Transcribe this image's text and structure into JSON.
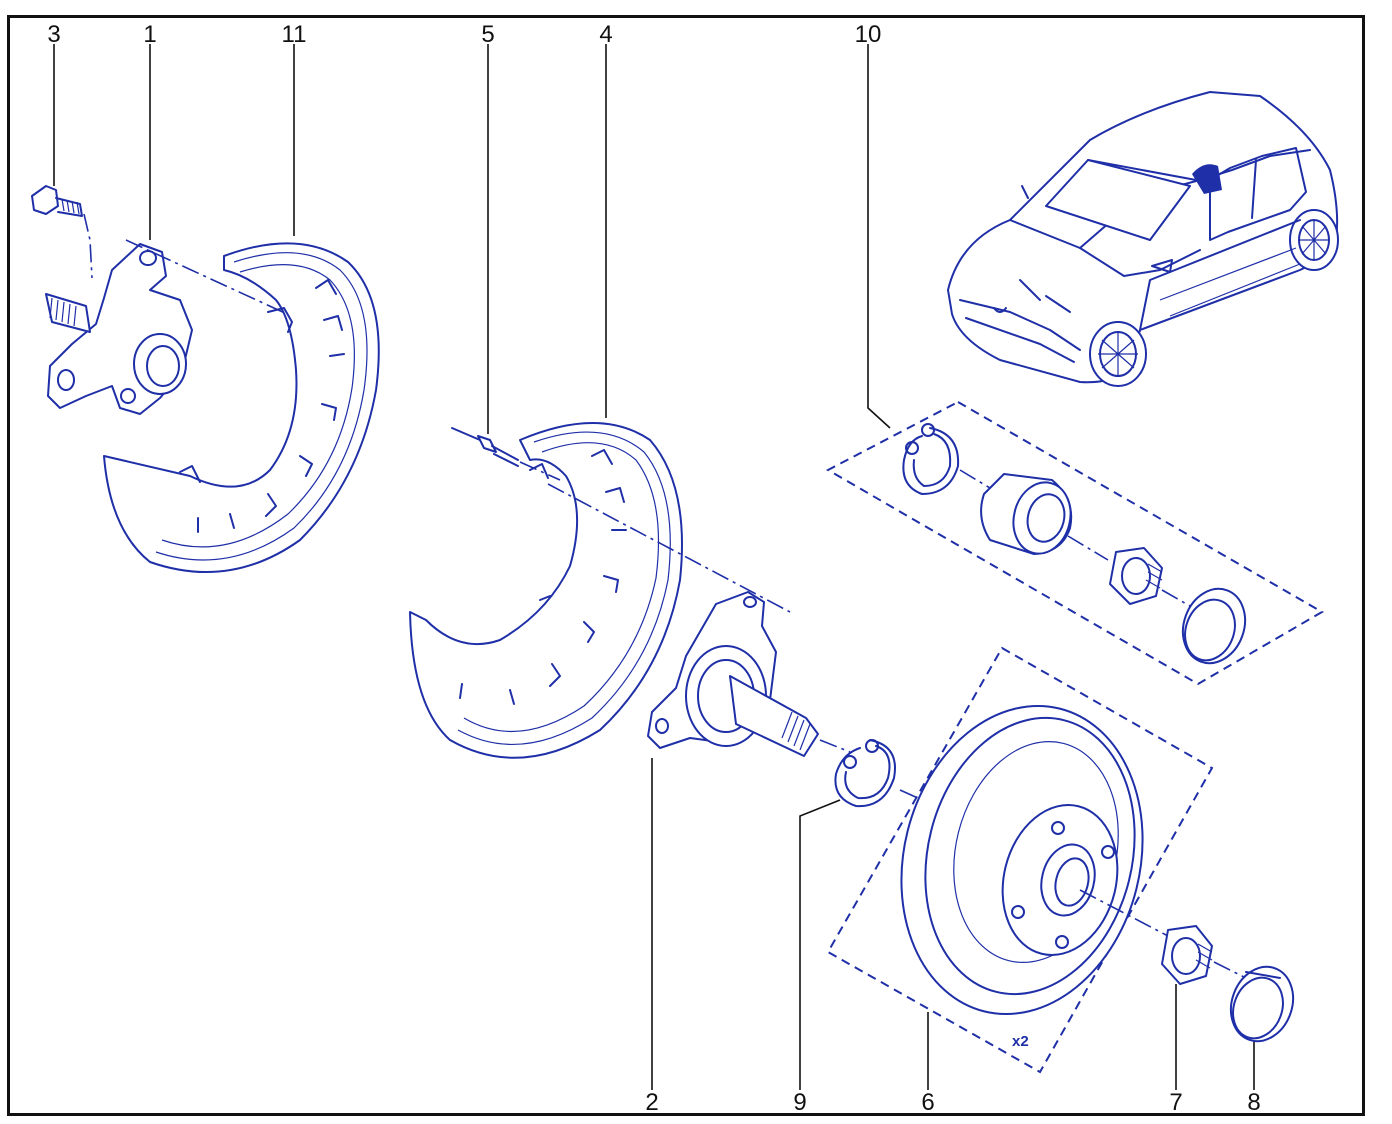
{
  "callouts": {
    "c1": "1",
    "c2": "2",
    "c3": "3",
    "c4": "4",
    "c5": "5",
    "c6": "6",
    "c7": "7",
    "c8": "8",
    "c9": "9",
    "c10": "10",
    "c11": "11"
  },
  "kit_marker": "x2",
  "colors": {
    "ink": "#1f2fa8",
    "frame": "#111111",
    "background": "#ffffff"
  }
}
